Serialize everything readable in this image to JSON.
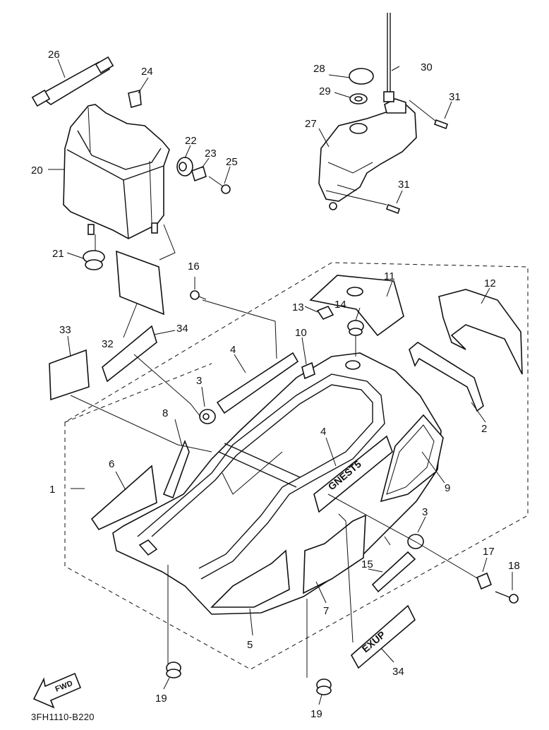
{
  "diagram": {
    "drawing_code": "3FH1110-B220",
    "direction_marker": "FWD",
    "emblem_text": "GNEST5",
    "badge_text": "EXUP",
    "callouts": {
      "c1": "1",
      "c2": "2",
      "c3a": "3",
      "c3b": "3",
      "c4a": "4",
      "c4b": "4",
      "c5": "5",
      "c6": "6",
      "c7": "7",
      "c8": "8",
      "c9": "9",
      "c10": "10",
      "c11": "11",
      "c12": "12",
      "c13": "13",
      "c14": "14",
      "c15": "15",
      "c16": "16",
      "c17": "17",
      "c18": "18",
      "c19a": "19",
      "c19b": "19",
      "c20": "20",
      "c21": "21",
      "c22": "22",
      "c23": "23",
      "c24": "24",
      "c25": "25",
      "c26": "26",
      "c27": "27",
      "c28": "28",
      "c29": "29",
      "c30": "30",
      "c31a": "31",
      "c31b": "31",
      "c32": "32",
      "c33": "33",
      "c34a": "34",
      "c34b": "34"
    }
  }
}
